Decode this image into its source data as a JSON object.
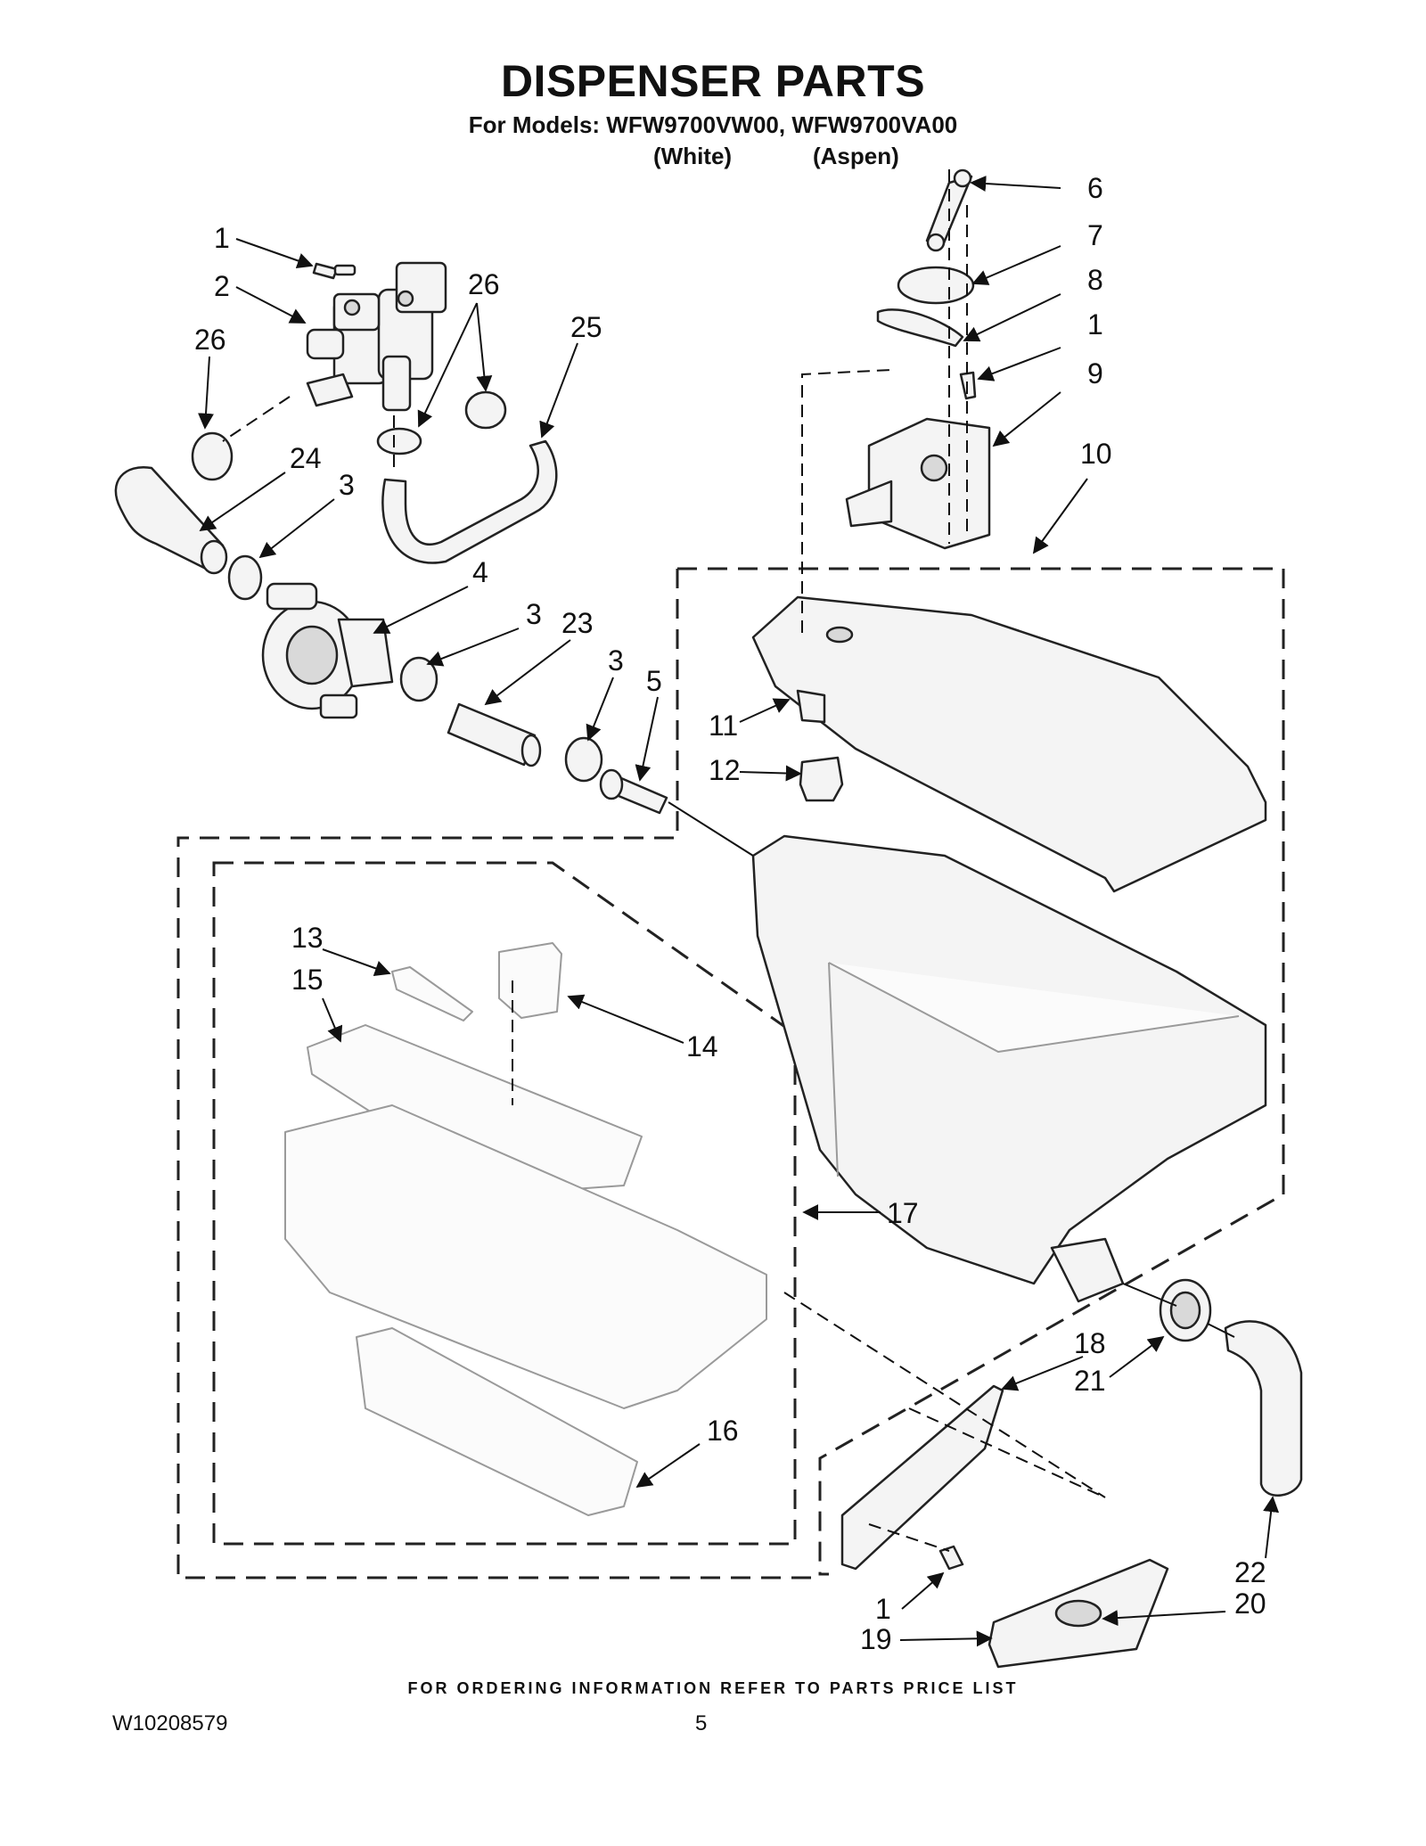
{
  "header": {
    "title": "DISPENSER PARTS",
    "models_line": "For Models: WFW9700VW00, WFW9700VA00",
    "color_white": "(White)",
    "color_aspen": "(Aspen)"
  },
  "callouts": {
    "c1_valve_screw": "1",
    "c2_water_valve": "2",
    "c26_left_clamp": "26",
    "c26_pair_clamps": "26",
    "c25_hose": "25",
    "c24_hose": "24",
    "c3_clamp_a": "3",
    "c4_inlet": "4",
    "c3_clamp_b": "3",
    "c23_hose": "23",
    "c3_clamp_c": "3",
    "c5_tube": "5",
    "c6_link": "6",
    "c7_cam": "7",
    "c8_plate": "8",
    "c1_motor_screw": "1",
    "c9_motor": "9",
    "c10_housing": "10",
    "c11_clip": "11",
    "c12_knob": "12",
    "c13_siphon": "13",
    "c15_drawer_lid": "15",
    "c14_cap": "14",
    "c17_drawer": "17",
    "c16_tray": "16",
    "c18_panel": "18",
    "c21_grommet": "21",
    "c1_panel_screw": "1",
    "c19_handle": "19",
    "c22_bellows": "22",
    "c20_badge": "20"
  },
  "footer": {
    "ordering_note": "FOR ORDERING INFORMATION REFER TO PARTS PRICE LIST",
    "doc_number": "W10208579",
    "page_number": "5"
  }
}
